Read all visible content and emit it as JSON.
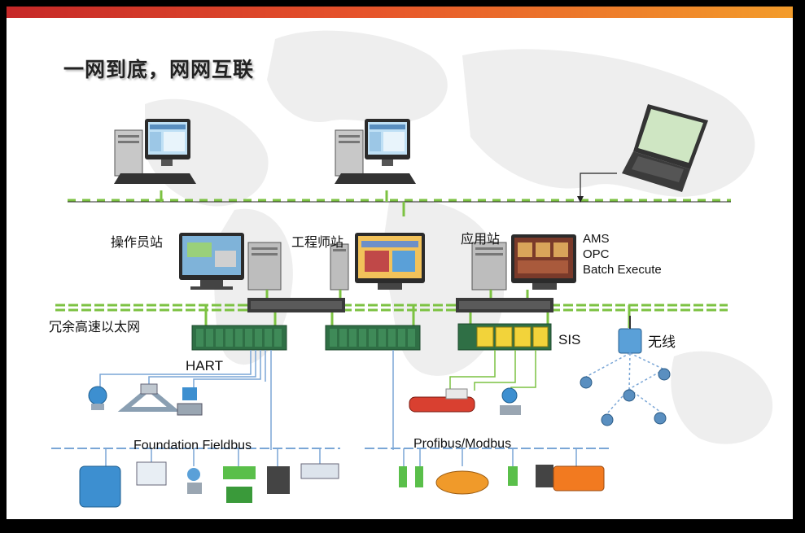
{
  "title": "一网到底，网网互联",
  "stations": {
    "operator": "操作员站",
    "engineer": "工程师站",
    "application": "应用站"
  },
  "app_services": [
    "AMS",
    "OPC",
    "Batch Execute"
  ],
  "networks": {
    "redundant_ethernet": "冗余高速以太网",
    "foundation_fieldbus": "Foundation Fieldbus",
    "profibus_modbus": "Profibus/Modbus"
  },
  "protocols": {
    "hart": "HART",
    "sis": "SIS",
    "wireless": "无线"
  },
  "colors": {
    "accent_bar_start": "#c62828",
    "accent_bar_end": "#f39c2b",
    "control_network_line": "#7cc242",
    "fieldbus_line": "#7aa6d6",
    "io_card": "#2f6f45"
  }
}
